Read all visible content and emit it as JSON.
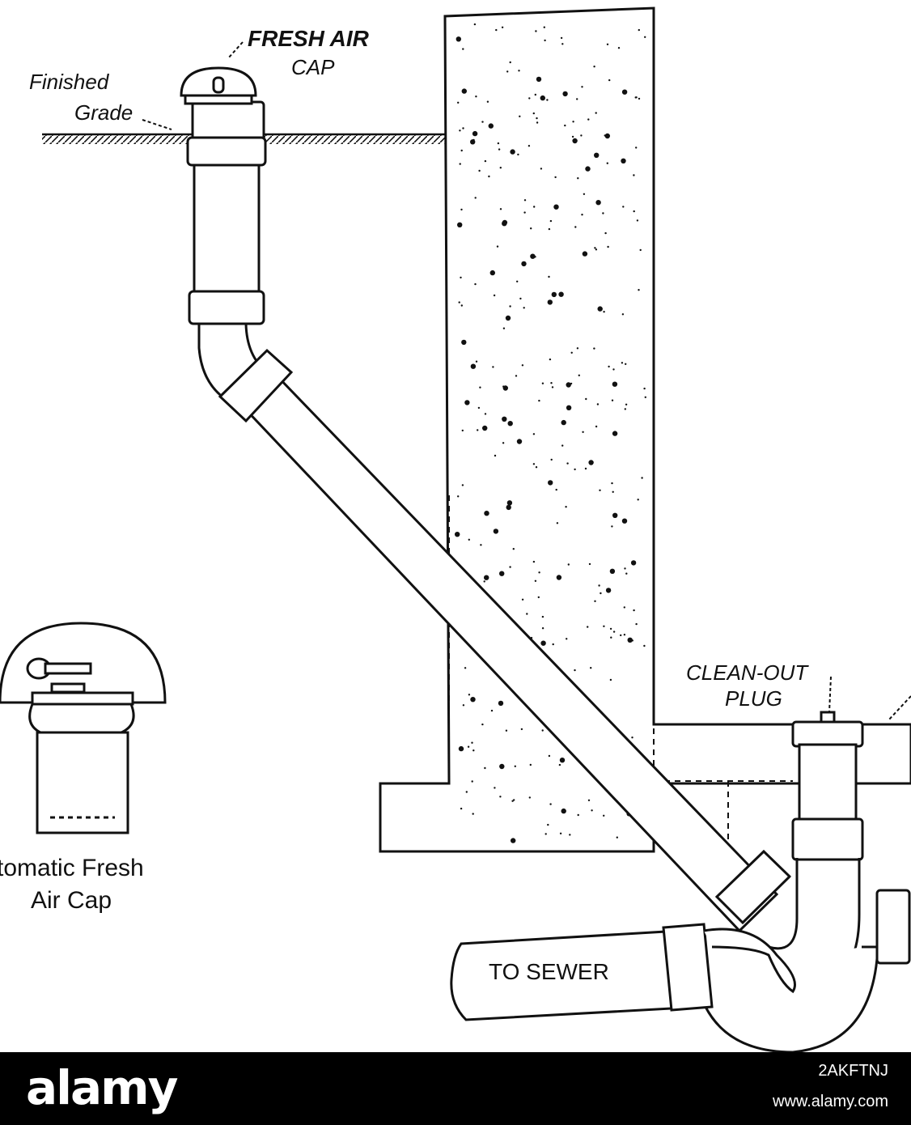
{
  "labels": {
    "fresh_air_cap": [
      "FRESH AIR",
      "CAP"
    ],
    "finished_grade": [
      "Finished",
      "Grade"
    ],
    "clean_out_plug": [
      "CLEAN-OUT",
      "PLUG"
    ],
    "to_sewer": "TO SEWER",
    "automatic_cap": [
      "tomatic Fresh",
      "Air Cap"
    ]
  },
  "footer": {
    "brand": "alamy",
    "image_code": "2AKFTNJ",
    "site": "www.alamy.com"
  }
}
